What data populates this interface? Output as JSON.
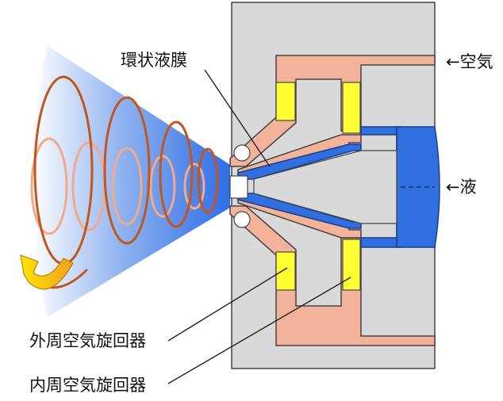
{
  "labels": {
    "annular_film": "環状液膜",
    "air_inlet": "←空気",
    "liquid_inlet": "←液",
    "outer_swirler": "外周空気旋回器",
    "inner_swirler": "内周空気旋回器"
  },
  "colors": {
    "body_gray": "#d9d9d9",
    "air_passage": "#f3b39a",
    "liquid_passage": "#2f6fe0",
    "swirler_yellow": "#ffff33",
    "spray_blue": "#2e6ee6",
    "helix_dark": "#c2561f",
    "helix_light": "#f3a98a",
    "arrow_yellow": "#ffd800"
  },
  "icons": [
    "swirl-arrow-icon"
  ]
}
